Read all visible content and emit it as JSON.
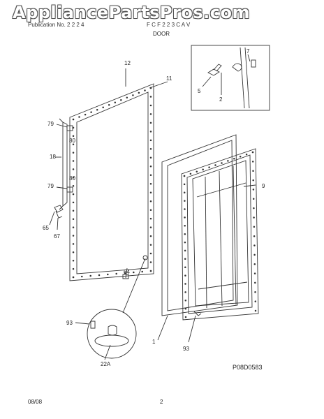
{
  "watermark": "AppliancePartsPros.com",
  "header": {
    "left": "Publication No. 2 2 2 4",
    "right": "F C F 2 2 3 C A V",
    "title": "DOOR"
  },
  "callouts": [
    "12",
    "11",
    "7",
    "5",
    "2",
    "79",
    "80",
    "18",
    "79",
    "80",
    "9",
    "65",
    "67",
    "64",
    "93",
    "1",
    "93",
    "22A"
  ],
  "diagram_code": "P08D0583",
  "footer": {
    "date": "08/08",
    "page": "2"
  }
}
